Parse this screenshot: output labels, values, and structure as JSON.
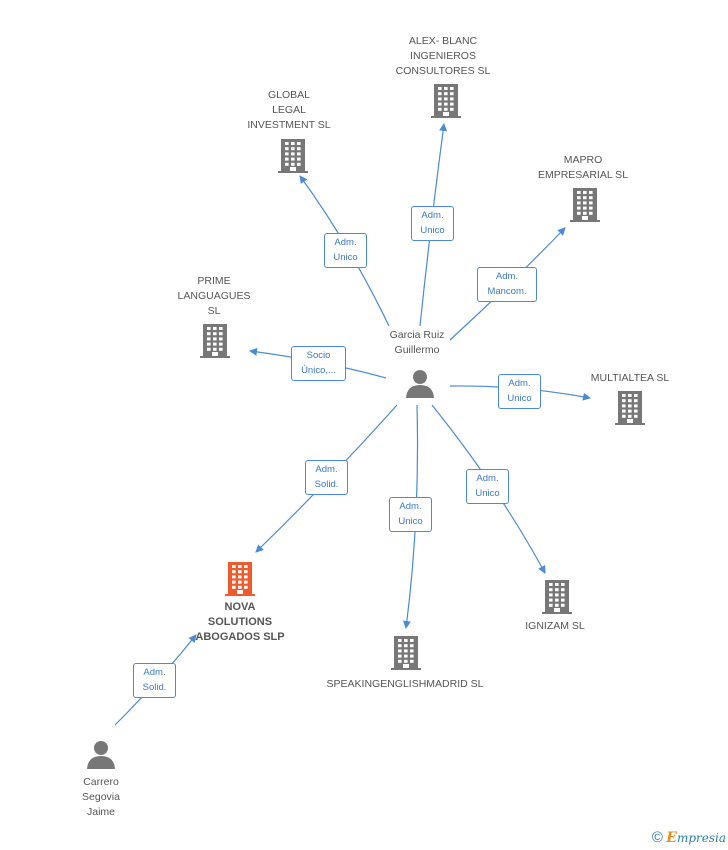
{
  "colors": {
    "edge": "#4a8ad6",
    "company": "#777777",
    "company_main": "#f15a2b",
    "person": "#777777"
  },
  "nodes": [
    {
      "id": "garcia",
      "kind": "person",
      "label": "Garcia Ruiz\nGuillermo"
    },
    {
      "id": "carrero",
      "kind": "person",
      "label": "Carrero\nSegovia\nJaime"
    },
    {
      "id": "nova",
      "kind": "company-main",
      "label": "NOVA\nSOLUTIONS\nABOGADOS SLP"
    },
    {
      "id": "alex",
      "kind": "company",
      "label": "ALEX- BLANC\nINGENIEROS\nCONSULTORES SL"
    },
    {
      "id": "global",
      "kind": "company",
      "label": "GLOBAL\nLEGAL\nINVESTMENT SL"
    },
    {
      "id": "mapro",
      "kind": "company",
      "label": "MAPRO\nEMPRESARIAL SL"
    },
    {
      "id": "prime",
      "kind": "company",
      "label": "PRIME\nLANGUAGUES\nSL"
    },
    {
      "id": "multialtea",
      "kind": "company",
      "label": "MULTIALTEA SL"
    },
    {
      "id": "ignizam",
      "kind": "company",
      "label": "IGNIZAM SL"
    },
    {
      "id": "speaking",
      "kind": "company",
      "label": "SPEAKINGENGLISHMADRID SL"
    }
  ],
  "edges": [
    {
      "from": "garcia",
      "to": "alex",
      "label": "Adm.\nUnico"
    },
    {
      "from": "garcia",
      "to": "global",
      "label": "Adm.\nUnico"
    },
    {
      "from": "garcia",
      "to": "mapro",
      "label": "Adm.\nMancom."
    },
    {
      "from": "garcia",
      "to": "prime",
      "label": "Socio\nÚnico,..."
    },
    {
      "from": "garcia",
      "to": "multialtea",
      "label": "Adm.\nUnico"
    },
    {
      "from": "garcia",
      "to": "nova",
      "label": "Adm.\nSolid."
    },
    {
      "from": "garcia",
      "to": "speaking",
      "label": "Adm.\nUnico"
    },
    {
      "from": "garcia",
      "to": "ignizam",
      "label": "Adm.\nUnico"
    },
    {
      "from": "carrero",
      "to": "nova",
      "label": "Adm.\nSolid."
    }
  ],
  "footer": {
    "copyright": "©",
    "brand_first": "E",
    "brand_rest": "mpresia"
  }
}
